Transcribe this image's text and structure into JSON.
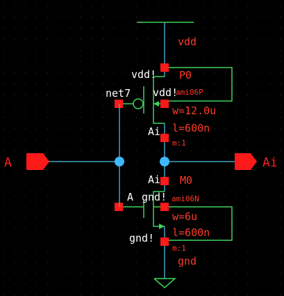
{
  "schematic": {
    "colors": {
      "background": "#000000",
      "grid_dot": "#2a3640",
      "wire": "#3fa0c8",
      "device": "#3fd35a",
      "pin": "#ff1a1a",
      "junction": "#3fb8ff",
      "label_white": "#ffffff",
      "label_red": "#ff3b2a"
    },
    "pins": {
      "input_name": "A",
      "output_name": "Ai"
    },
    "supply": {
      "vdd_label": "vdd",
      "gnd_label": "gnd"
    },
    "pmos": {
      "source_net": "vdd!",
      "bulk_net": "vdd!",
      "gate_net": "net7",
      "drain_net": "Ai",
      "instance": "P0",
      "model": "ami06P",
      "width": "w=12.0u",
      "length": "l=600n",
      "multiplier": "m:1"
    },
    "nmos": {
      "drain_net": "Ai",
      "gate_net": "A",
      "bulk_net": "gnd!",
      "source_net": "gnd!",
      "instance": "M0",
      "model": "ami06N",
      "width": "w=6u",
      "length": "l=600n",
      "multiplier": "m:1"
    }
  }
}
